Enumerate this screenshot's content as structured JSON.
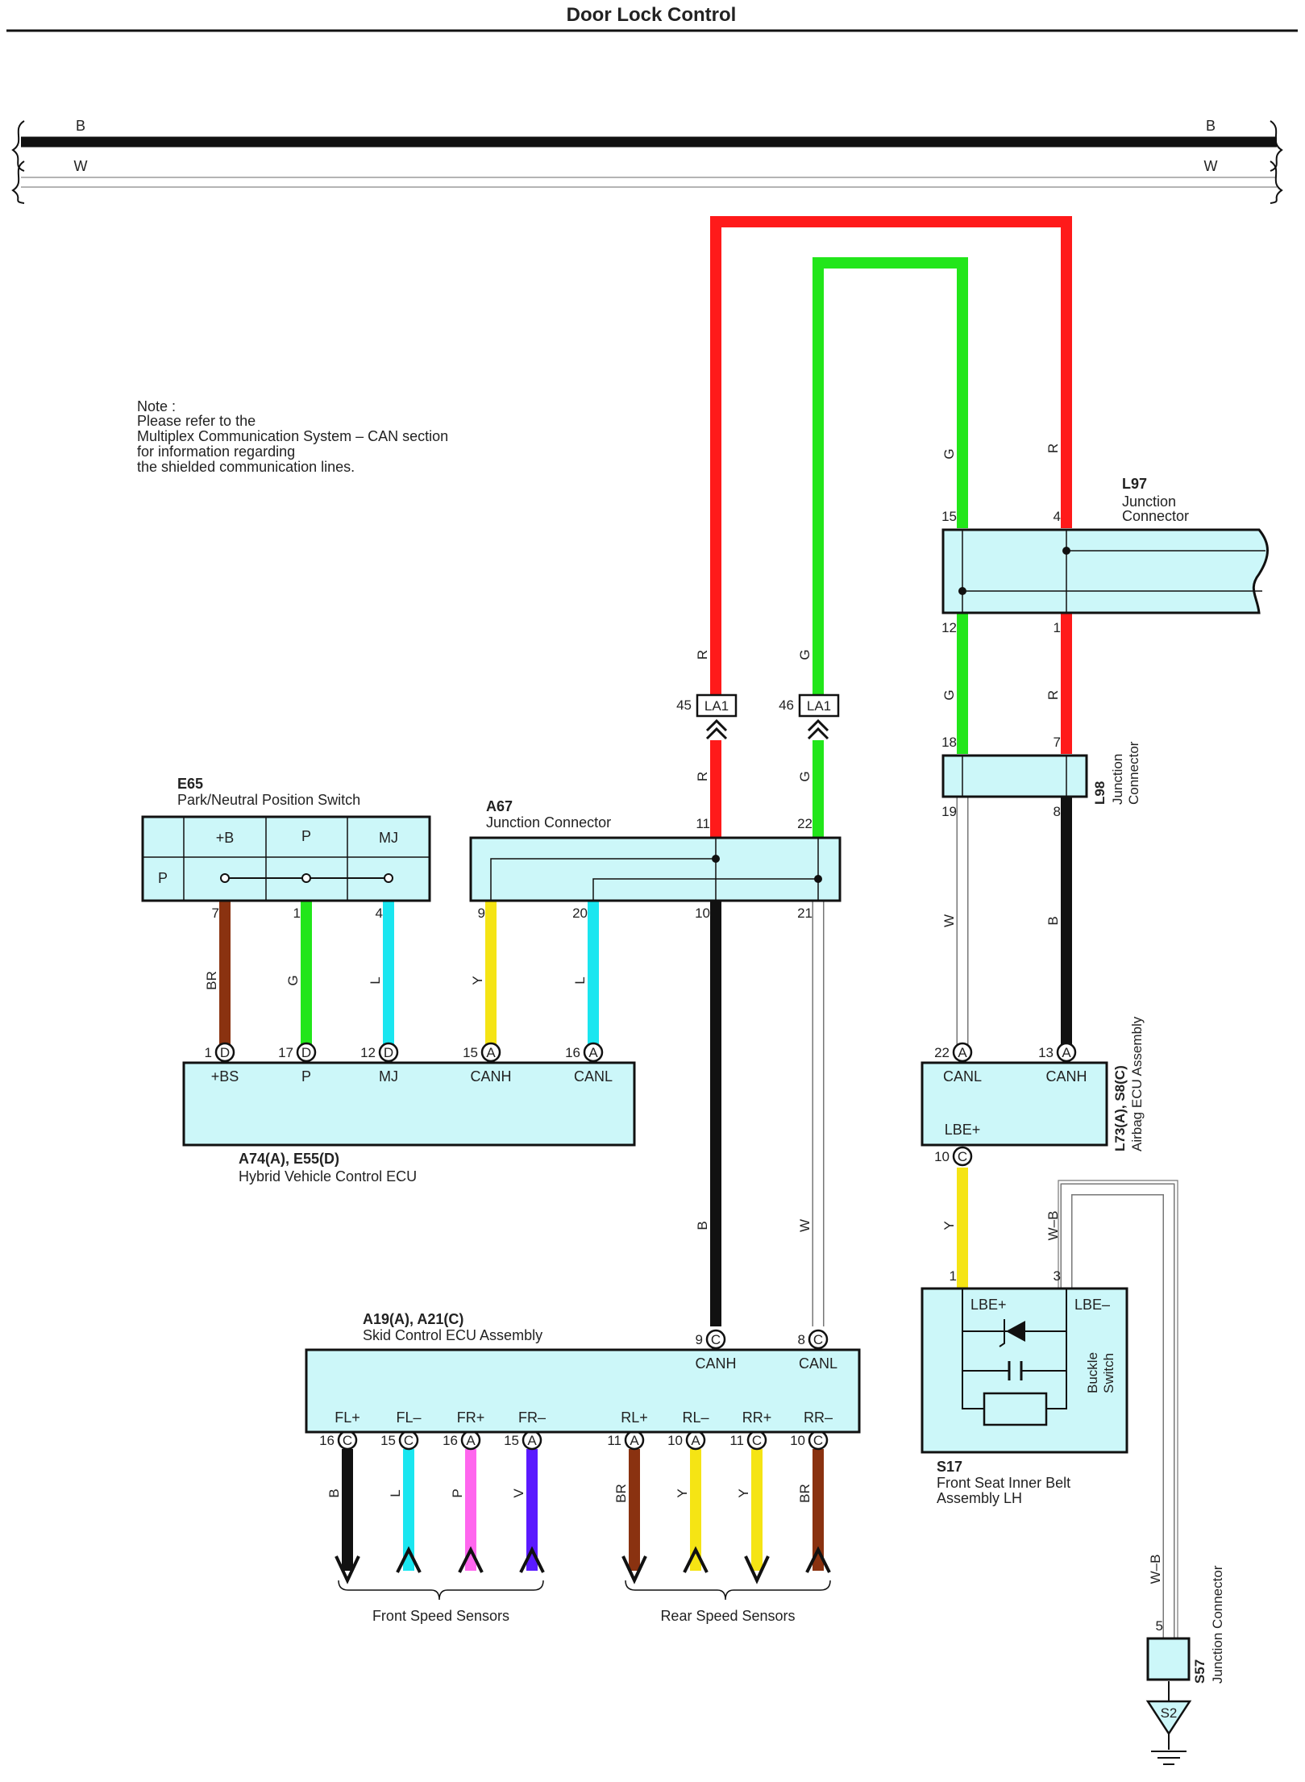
{
  "title": "Door Lock Control",
  "header_bus": {
    "b": "B",
    "w": "W"
  },
  "note": [
    "Note :",
    "Please refer to the",
    "Multiplex Communication System – CAN section",
    "for information regarding",
    "the shielded communication lines."
  ],
  "components": {
    "l97": {
      "id": "L97",
      "name1": "Junction",
      "name2": "Connector"
    },
    "l98": {
      "id": "L98",
      "name1": "Junction",
      "name2": "Connector"
    },
    "e65": {
      "id": "E65",
      "name": "Park/Neutral Position Switch",
      "col1": "+B",
      "col2": "P",
      "col3": "MJ",
      "row": "P"
    },
    "a67": {
      "id": "A67",
      "name": "Junction Connector"
    },
    "la1": {
      "label": "LA1"
    },
    "a74": {
      "id": "A74(A), E55(D)",
      "name": "Hybrid Vehicle Control ECU",
      "pins": [
        "+BS",
        "P",
        "MJ",
        "CANH",
        "CANL"
      ]
    },
    "l73": {
      "id": "L73(A), S8(C)",
      "name": "Airbag ECU Assembly",
      "canl": "CANL",
      "canh": "CANH",
      "lbe": "LBE+"
    },
    "s17": {
      "id": "S17",
      "name1": "Front Seat Inner Belt",
      "name2": "Assembly LH",
      "lbe_plus": "LBE+",
      "lbe_minus": "LBE–",
      "buckle1": "Buckle",
      "buckle2": "Switch"
    },
    "a19": {
      "id": "A19(A), A21(C)",
      "name": "Skid Control ECU Assembly",
      "canh": "CANH",
      "canl": "CANL",
      "pins": [
        "FL+",
        "FL–",
        "FR+",
        "FR–",
        "RL+",
        "RL–",
        "RR+",
        "RR–"
      ]
    },
    "s57": {
      "id": "S57",
      "name": "Junction Connector"
    },
    "ground": {
      "label": "S2"
    }
  },
  "groups": {
    "front": "Front Speed Sensors",
    "rear": "Rear Speed Sensors"
  },
  "wire_colors": {
    "R": "#ff1a1a",
    "G": "#22e61a",
    "B": "#111111",
    "W": "#ffffff",
    "BR": "#8a3210",
    "L": "#1ae6f0",
    "Y": "#f5e414",
    "P": "#ff66ee",
    "V": "#5a1aff",
    "WB": "#ffffff"
  },
  "sensor_wires": [
    {
      "pin": "16",
      "conn": "C",
      "color": "B",
      "dir": "down"
    },
    {
      "pin": "15",
      "conn": "C",
      "color": "L",
      "dir": "up"
    },
    {
      "pin": "16",
      "conn": "A",
      "color": "P",
      "dir": "up"
    },
    {
      "pin": "15",
      "conn": "A",
      "color": "V",
      "dir": "up"
    },
    {
      "pin": "11",
      "conn": "A",
      "color": "BR",
      "dir": "down"
    },
    {
      "pin": "10",
      "conn": "A",
      "color": "Y",
      "dir": "up"
    },
    {
      "pin": "11",
      "conn": "C",
      "color": "Y",
      "dir": "down"
    },
    {
      "pin": "10",
      "conn": "C",
      "color": "BR",
      "dir": "up"
    }
  ],
  "labels": {
    "wire": {
      "R": "R",
      "G": "G",
      "B": "B",
      "W": "W",
      "BR": "BR",
      "L": "L",
      "Y": "Y",
      "P": "P",
      "V": "V",
      "WB": "W–B"
    },
    "pins": {
      "l97_15": "15",
      "l97_4": "4",
      "l97_12": "12",
      "l97_1": "1",
      "l98_18": "18",
      "l98_7": "7",
      "l98_19": "19",
      "l98_8": "8",
      "la1_45": "45",
      "la1_46": "46",
      "a67_11": "11",
      "a67_22": "22",
      "a67_9": "9",
      "a67_20": "20",
      "a67_10": "10",
      "a67_21": "21",
      "e65_7": "7",
      "e65_1": "1",
      "e65_4": "4",
      "a74_1": "1",
      "a74_17": "17",
      "a74_12": "12",
      "a74_15": "15",
      "a74_16": "16",
      "l73_22": "22",
      "l73_13": "13",
      "l73_10": "10",
      "s17_1": "1",
      "s17_3": "3",
      "a19_9": "9",
      "a19_8": "8",
      "s57_5": "5"
    },
    "conn": {
      "A": "A",
      "C": "C",
      "D": "D"
    }
  }
}
